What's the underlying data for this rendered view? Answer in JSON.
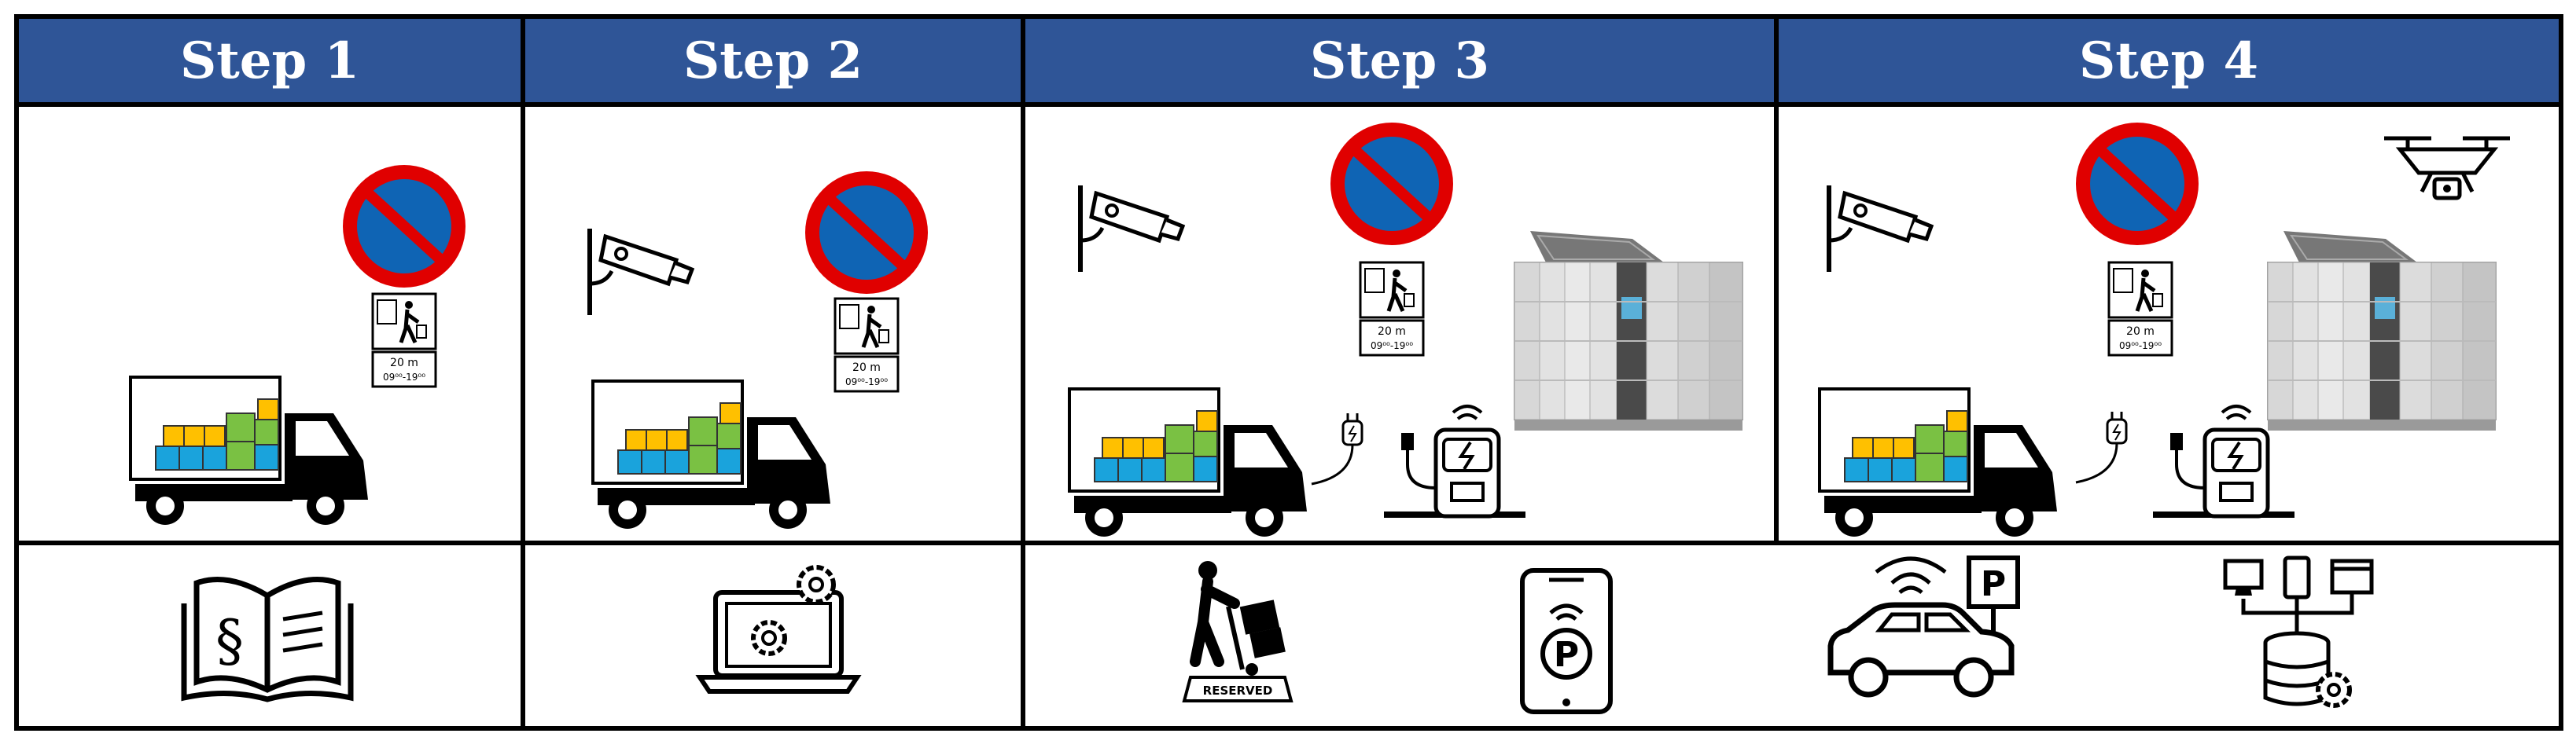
{
  "steps": [
    {
      "title": "Step 1"
    },
    {
      "title": "Step 2"
    },
    {
      "title": "Step 3"
    },
    {
      "title": "Step 4"
    }
  ],
  "sign": {
    "distance": "20 m",
    "hours": "09⁰⁰-19⁰⁰"
  },
  "reserved_label": "RESERVED",
  "colors": {
    "header": "#2f5597",
    "sign_red": "#e00000",
    "sign_blue": "#0f64b4",
    "box_blue": "#1aa3dc",
    "box_green": "#7ac143",
    "box_yellow": "#ffc000"
  }
}
